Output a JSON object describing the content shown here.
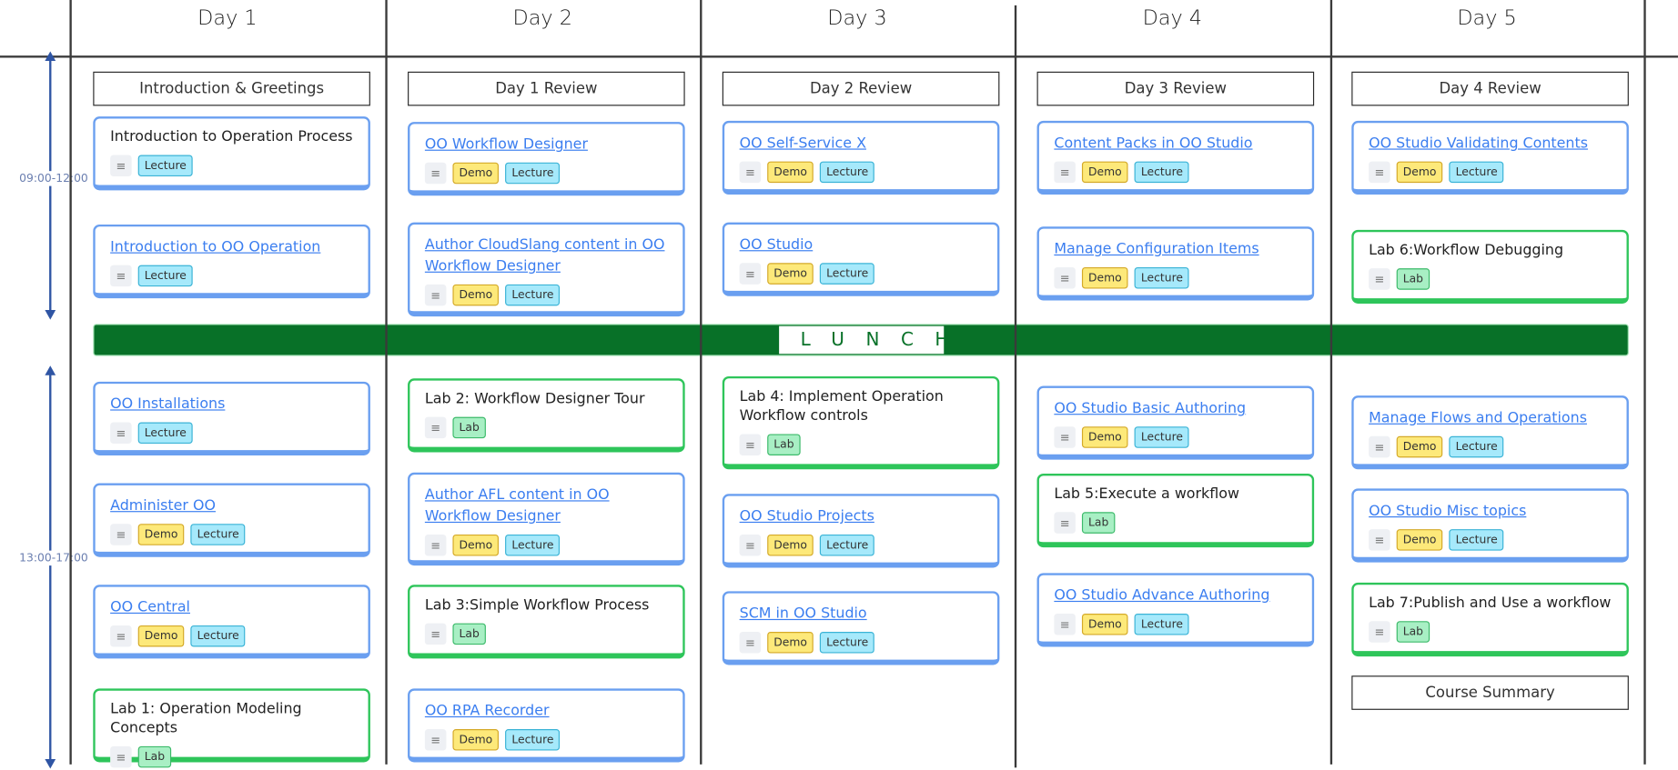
{
  "time_slots": [
    "09:00-12:00",
    "13:00-17:00"
  ],
  "lunch_label": "LUNCH",
  "days": [
    {
      "title": "Day 1",
      "review": "Introduction & Greetings",
      "sessions": [
        {
          "title": "Introduction to Operation Process",
          "link": false,
          "tags": [
            "Lecture"
          ]
        },
        {
          "title": "Introduction to OO Operation",
          "link": true,
          "tags": [
            "Lecture"
          ]
        },
        {
          "title": "OO Installations",
          "link": true,
          "tags": [
            "Lecture"
          ]
        },
        {
          "title": "Administer OO",
          "link": true,
          "tags": [
            "Demo",
            "Lecture"
          ]
        },
        {
          "title": "OO Central",
          "link": true,
          "tags": [
            "Demo",
            "Lecture"
          ]
        },
        {
          "title": "Lab 1: Operation Modeling Concepts",
          "link": false,
          "tags": [
            "Lab"
          ]
        }
      ]
    },
    {
      "title": "Day 2",
      "review": "Day 1 Review",
      "sessions": [
        {
          "title": "OO Workflow Designer",
          "link": true,
          "tags": [
            "Demo",
            "Lecture"
          ]
        },
        {
          "title": "Author CloudSlang content in OO Workflow Designer",
          "link": true,
          "tags": [
            "Demo",
            "Lecture"
          ]
        },
        {
          "title": "Lab 2: Workflow Designer Tour",
          "link": false,
          "tags": [
            "Lab"
          ]
        },
        {
          "title": "Author AFL content in OO Workflow Designer",
          "link": true,
          "tags": [
            "Demo",
            "Lecture"
          ]
        },
        {
          "title": "Lab 3:Simple Workflow Process",
          "link": false,
          "tags": [
            "Lab"
          ]
        },
        {
          "title": "OO RPA Recorder",
          "link": true,
          "tags": [
            "Demo",
            "Lecture"
          ]
        }
      ]
    },
    {
      "title": "Day 3",
      "review": "Day 2 Review",
      "sessions": [
        {
          "title": "OO Self-Service X",
          "link": true,
          "tags": [
            "Demo",
            "Lecture"
          ]
        },
        {
          "title": "OO Studio",
          "link": true,
          "tags": [
            "Demo",
            "Lecture"
          ]
        },
        {
          "title": "Lab 4: Implement Operation Workflow controls",
          "link": false,
          "tags": [
            "Lab"
          ]
        },
        {
          "title": "OO Studio Projects",
          "link": true,
          "tags": [
            "Demo",
            "Lecture"
          ]
        },
        {
          "title": "SCM in OO Studio",
          "link": true,
          "tags": [
            "Demo",
            "Lecture"
          ]
        }
      ]
    },
    {
      "title": "Day 4",
      "review": "Day 3 Review",
      "sessions": [
        {
          "title": "Content Packs in OO Studio",
          "link": true,
          "tags": [
            "Demo",
            "Lecture"
          ]
        },
        {
          "title": "Manage Configuration Items",
          "link": true,
          "tags": [
            "Demo",
            "Lecture"
          ]
        },
        {
          "title": "OO Studio Basic Authoring",
          "link": true,
          "tags": [
            "Demo",
            "Lecture"
          ]
        },
        {
          "title": "Lab 5:Execute a workflow",
          "link": false,
          "tags": [
            "Lab"
          ]
        },
        {
          "title": "OO Studio Advance Authoring",
          "link": true,
          "tags": [
            "Demo",
            "Lecture"
          ]
        }
      ]
    },
    {
      "title": "Day 5",
      "review": "Day 4 Review",
      "closing": "Course Summary",
      "sessions": [
        {
          "title": "OO Studio Validating Contents",
          "link": true,
          "tags": [
            "Demo",
            "Lecture"
          ]
        },
        {
          "title": "Lab 6:Workflow Debugging",
          "link": false,
          "tags": [
            "Lab"
          ]
        },
        {
          "title": "Manage Flows and Operations",
          "link": true,
          "tags": [
            "Demo",
            "Lecture"
          ]
        },
        {
          "title": "OO Studio Misc topics",
          "link": true,
          "tags": [
            "Demo",
            "Lecture"
          ]
        },
        {
          "title": "Lab 7:Publish and Use a workflow",
          "link": false,
          "tags": [
            "Lab"
          ]
        }
      ]
    }
  ],
  "colors": {
    "lecture_card": "#6a9ff0",
    "lab_card": "#2ec55a",
    "lunch": "#087128",
    "link": "#3b7ef0",
    "timeline": "#2f55a4"
  }
}
